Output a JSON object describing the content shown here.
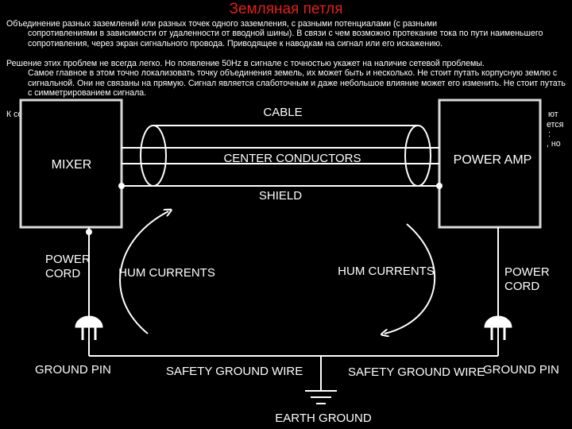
{
  "title": "Земляная петля",
  "paragraphs": [
    {
      "first": "Объединение разных заземлений или разных точек одного заземления, с разными потенциалами (с разными",
      "rest": "сопротивлениями в зависимости от удаленности от вводной шины). В связи с чем возможно протекание тока по пути наименьшего сопротивления, через экран сигнального провода. Приводящее к наводкам на сигнал или его искажению."
    },
    {
      "first": "Решение этих проблем не всегда легко. Но появление 50Hz в сигнале с точностью укажет на наличие сетевой проблемы.",
      "rest": "Самое главное в этом точно локализовать точку объединения земель, их может быть и несколько. Не стоит путать корпусную землю с сигнальной. Они не связаны на прямую. Сигнал является слаботочным и даже небольшое влияние может его изменить. Не стоит путать с симметрированием сигнала."
    }
  ],
  "fragments": {
    "left": "К со",
    "right_1": "ют",
    "right_2": "ется",
    "right_3": ":",
    "right_4": ", но"
  },
  "diagram": {
    "cable": "CABLE",
    "mixer": "MIXER",
    "power_amp": "POWER AMP",
    "center_conductors": "CENTER CONDUCTORS",
    "shield": "SHIELD",
    "power_cord_left": [
      "POWER",
      "CORD"
    ],
    "power_cord_right": [
      "POWER",
      "CORD"
    ],
    "hum_currents_left": "HUM CURRENTS",
    "hum_currents_right": "HUM CURRENTS",
    "ground_pin_left": "GROUND PIN",
    "ground_pin_right": "GROUND PIN",
    "safety_ground_wire_left": "SAFETY GROUND WIRE",
    "safety_ground_wire_right": "SAFETY GROUND WIRE",
    "earth_ground": "EARTH GROUND"
  },
  "colors": {
    "title": "#e0201a",
    "text": "#ffffff",
    "background": "#000000",
    "box": "#d9d9d9"
  }
}
